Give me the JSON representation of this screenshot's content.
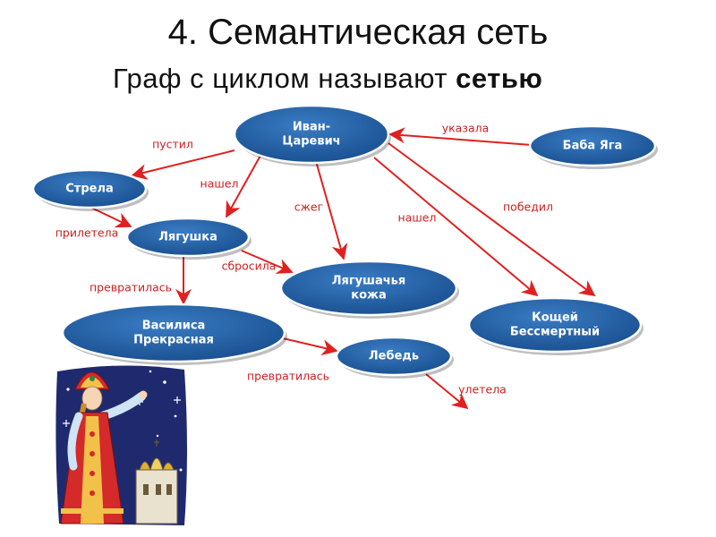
{
  "heading": {
    "title": "4. Семантическая сеть",
    "subtitle_prefix": "Граф с циклом называют ",
    "subtitle_bold": "сетью"
  },
  "colors": {
    "node_fill": "#1e5a9c",
    "node_stroke": "#ffffff",
    "edge": "#e02020",
    "edge_label": "#cc1f1f"
  },
  "nodes": [
    {
      "id": "ivan",
      "lines": [
        "Иван-",
        "Царевич"
      ]
    },
    {
      "id": "baba",
      "lines": [
        "Баба Яга"
      ]
    },
    {
      "id": "strela",
      "lines": [
        "Стрела"
      ]
    },
    {
      "id": "lyagushka",
      "lines": [
        "Лягушка"
      ]
    },
    {
      "id": "kozha",
      "lines": [
        "Лягушачья",
        "кожа"
      ]
    },
    {
      "id": "koschey",
      "lines": [
        "Кощей",
        "Бессмертный"
      ]
    },
    {
      "id": "vasilisa",
      "lines": [
        "Василиса",
        "Прекрасная"
      ]
    },
    {
      "id": "lebed",
      "lines": [
        "Лебедь"
      ]
    }
  ],
  "edges": [
    {
      "from": "ivan",
      "to": "strela",
      "label": "пустил"
    },
    {
      "from": "baba",
      "to": "ivan",
      "label": "указала"
    },
    {
      "from": "ivan",
      "to": "lyagushka",
      "label": "нашел"
    },
    {
      "from": "ivan",
      "to": "kozha",
      "label": "сжег"
    },
    {
      "from": "ivan",
      "to": "koschey",
      "label": "нашел"
    },
    {
      "from": "ivan",
      "to": "koschey",
      "label": "победил"
    },
    {
      "from": "strela",
      "to": "lyagushka",
      "label": "прилетела"
    },
    {
      "from": "lyagushka",
      "to": "kozha",
      "label": "сбросила"
    },
    {
      "from": "lyagushka",
      "to": "vasilisa",
      "label": "превратилась"
    },
    {
      "from": "vasilisa",
      "to": "lebed",
      "label": "превратилась"
    },
    {
      "from": "lebed",
      "to": null,
      "label": "улетела"
    }
  ],
  "illustration": {
    "icon": "tsarevna-illustration"
  }
}
